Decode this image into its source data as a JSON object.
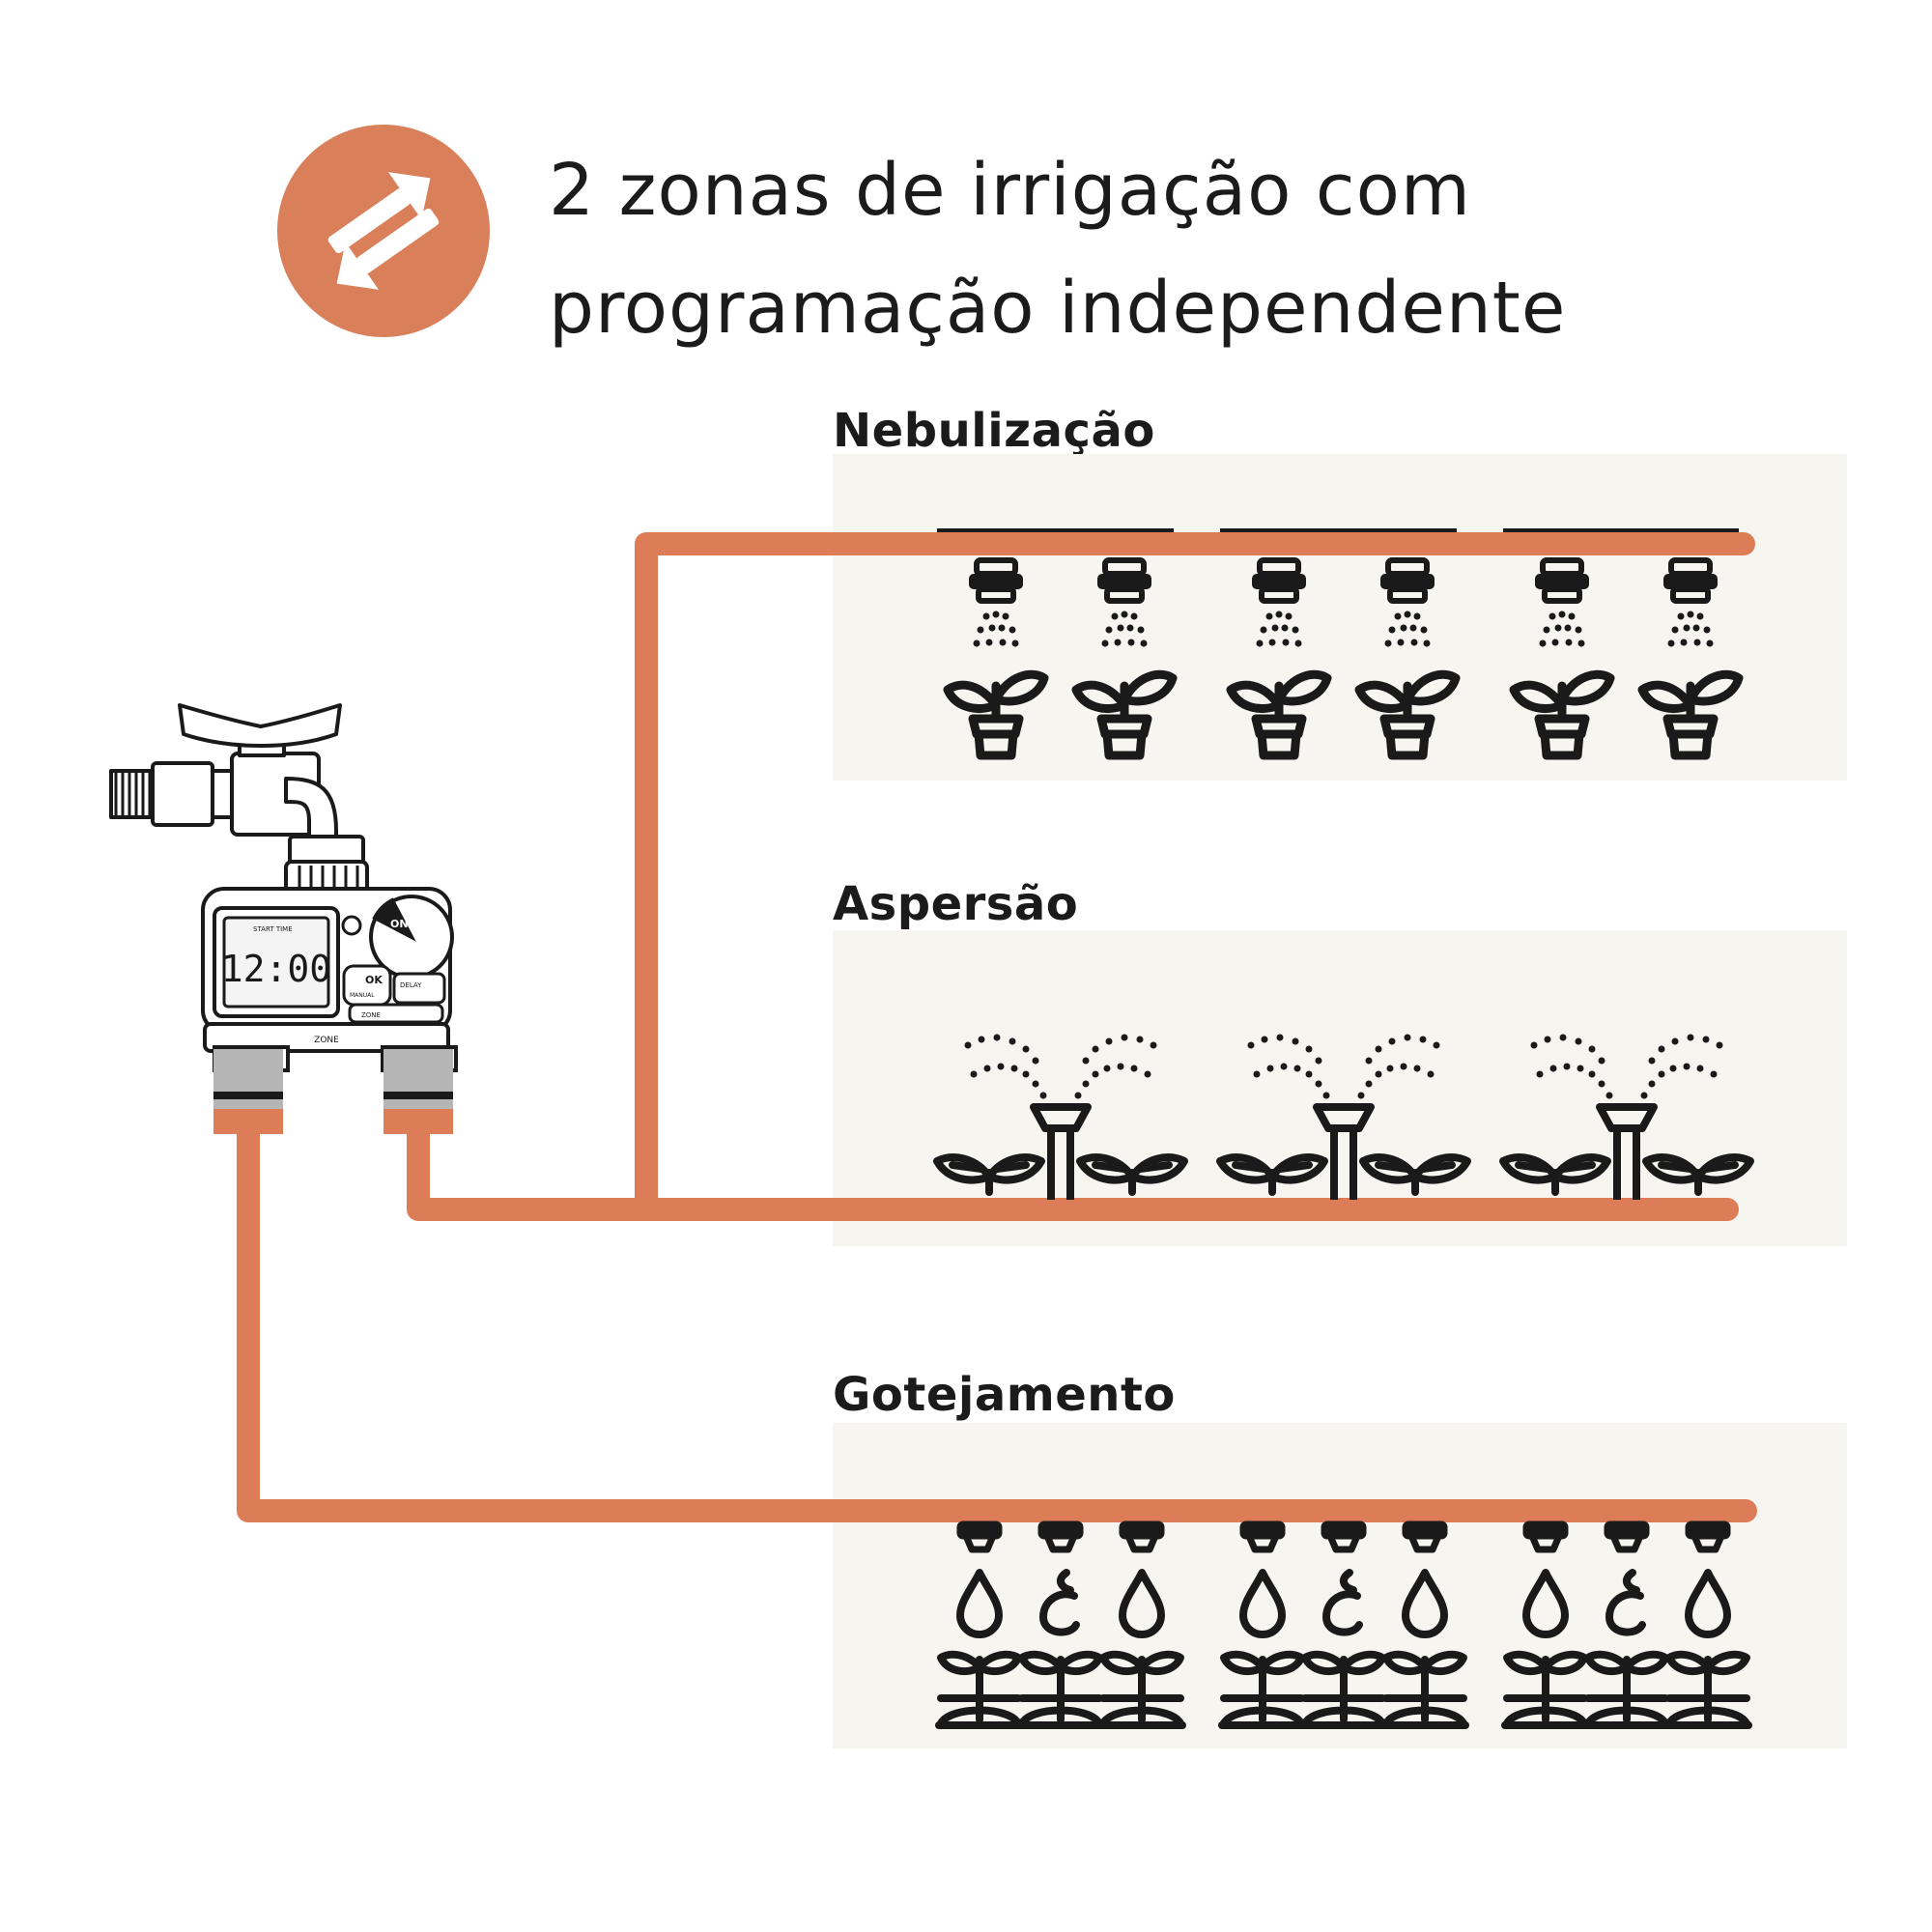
{
  "header": {
    "title_line1": "2 zonas de irrigação com",
    "title_line2": "programação independente",
    "icon": "swap-arrows-icon"
  },
  "timer": {
    "display_time": "12:00",
    "screen_small": "START TIME",
    "dial_on": "ON",
    "button_ok": "OK",
    "button_manual": "MANUAL",
    "button_delay": "DELAY",
    "button_zone": "ZONE",
    "bottom_label": "ZONE"
  },
  "zones": [
    {
      "label": "Nebulização",
      "emitter": "mist-nozzle-icon",
      "plant": "potted-seedling-icon",
      "count": 6
    },
    {
      "label": "Aspersão",
      "emitter": "sprinkler-icon",
      "plant": "seedling-icon",
      "count": 3
    },
    {
      "label": "Gotejamento",
      "emitter": "dripper-icon",
      "plant": "sprout-icon",
      "count": 9
    }
  ],
  "colors": {
    "pipe": "#dd7d57",
    "badge": "#d97f59",
    "panel": "#f6f5f0",
    "ink": "#1a1a1a",
    "connector": "#b5b5b5"
  }
}
